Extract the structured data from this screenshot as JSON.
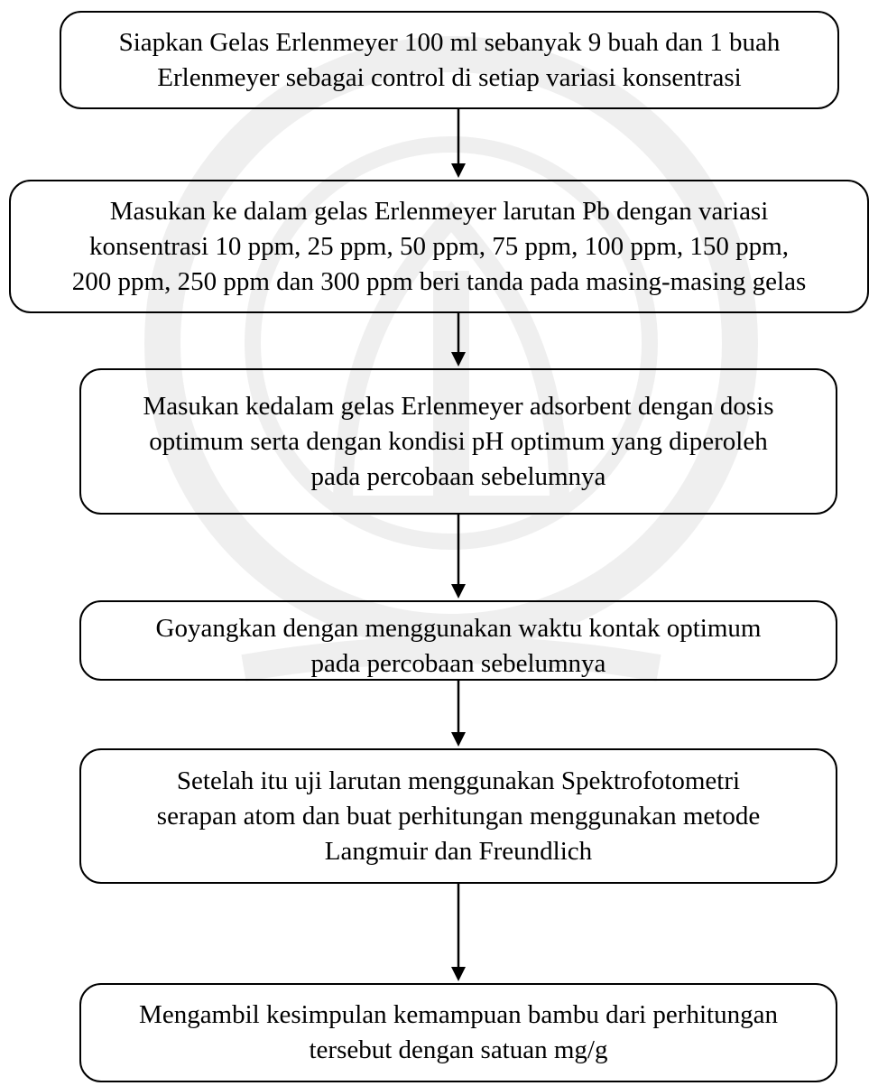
{
  "flowchart": {
    "steps": [
      {
        "text": "Siapkan Gelas Erlenmeyer 100 ml sebanyak 9 buah dan 1 buah\nErlenmeyer sebagai control di setiap variasi konsentrasi"
      },
      {
        "text": "Masukan ke dalam gelas Erlenmeyer larutan Pb dengan variasi\nkonsentrasi 10 ppm, 25 ppm, 50 ppm, 75 ppm, 100 ppm, 150 ppm,\n200 ppm, 250 ppm dan 300 ppm beri tanda pada masing-masing gelas"
      },
      {
        "text": "Masukan kedalam gelas Erlenmeyer adsorbent dengan dosis\noptimum serta dengan kondisi pH optimum yang diperoleh\npada percobaan sebelumnya"
      },
      {
        "text": "Goyangkan dengan menggunakan waktu kontak optimum\npada percobaan sebelumnya"
      },
      {
        "text": "Setelah itu uji larutan menggunakan Spektrofotometri\nserapan atom dan buat perhitungan menggunakan metode\nLangmuir dan Freundlich"
      },
      {
        "text": "Mengambil kesimpulan kemampuan bambu dari perhitungan\ntersebut dengan satuan mg/g"
      }
    ]
  },
  "colors": {
    "border": "#000000",
    "text": "#000000",
    "background": "#ffffff"
  }
}
